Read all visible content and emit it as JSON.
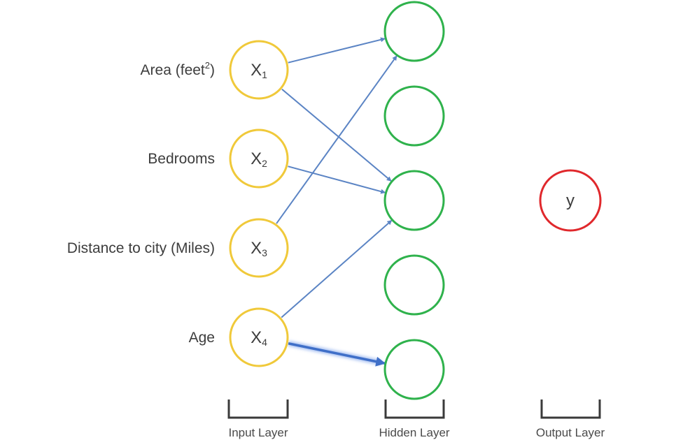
{
  "input_layer": {
    "nodes": [
      {
        "feature": "Area (feet",
        "feature_sup": "2",
        "feature_suffix": ")",
        "symbol": "X",
        "subscript": "1"
      },
      {
        "feature": "Bedrooms",
        "feature_sup": "",
        "feature_suffix": "",
        "symbol": "X",
        "subscript": "2"
      },
      {
        "feature": "Distance to city (Miles)",
        "feature_sup": "",
        "feature_suffix": "",
        "symbol": "X",
        "subscript": "3"
      },
      {
        "feature": "Age",
        "feature_sup": "",
        "feature_suffix": "",
        "symbol": "X",
        "subscript": "4"
      }
    ],
    "label": "Input Layer"
  },
  "hidden_layer": {
    "node_count": 5,
    "label": "Hidden Layer"
  },
  "output_layer": {
    "symbol": "y",
    "label": "Output Layer"
  },
  "connections": [
    {
      "from": "X1",
      "to": "H1",
      "highlighted": false
    },
    {
      "from": "X1",
      "to": "H3",
      "highlighted": false
    },
    {
      "from": "X2",
      "to": "H3",
      "highlighted": false
    },
    {
      "from": "X3",
      "to": "H1",
      "highlighted": false
    },
    {
      "from": "X4",
      "to": "H3",
      "highlighted": false
    },
    {
      "from": "X4",
      "to": "H5",
      "highlighted": true
    }
  ],
  "colors": {
    "input_node": "#f0c93a",
    "hidden_node": "#2fb24c",
    "output_node": "#e0282c",
    "arrow": "#5b84c4",
    "arrow_highlight": "#3f6fc8",
    "bracket": "#3a3a3a",
    "text": "#3d3d3d"
  }
}
